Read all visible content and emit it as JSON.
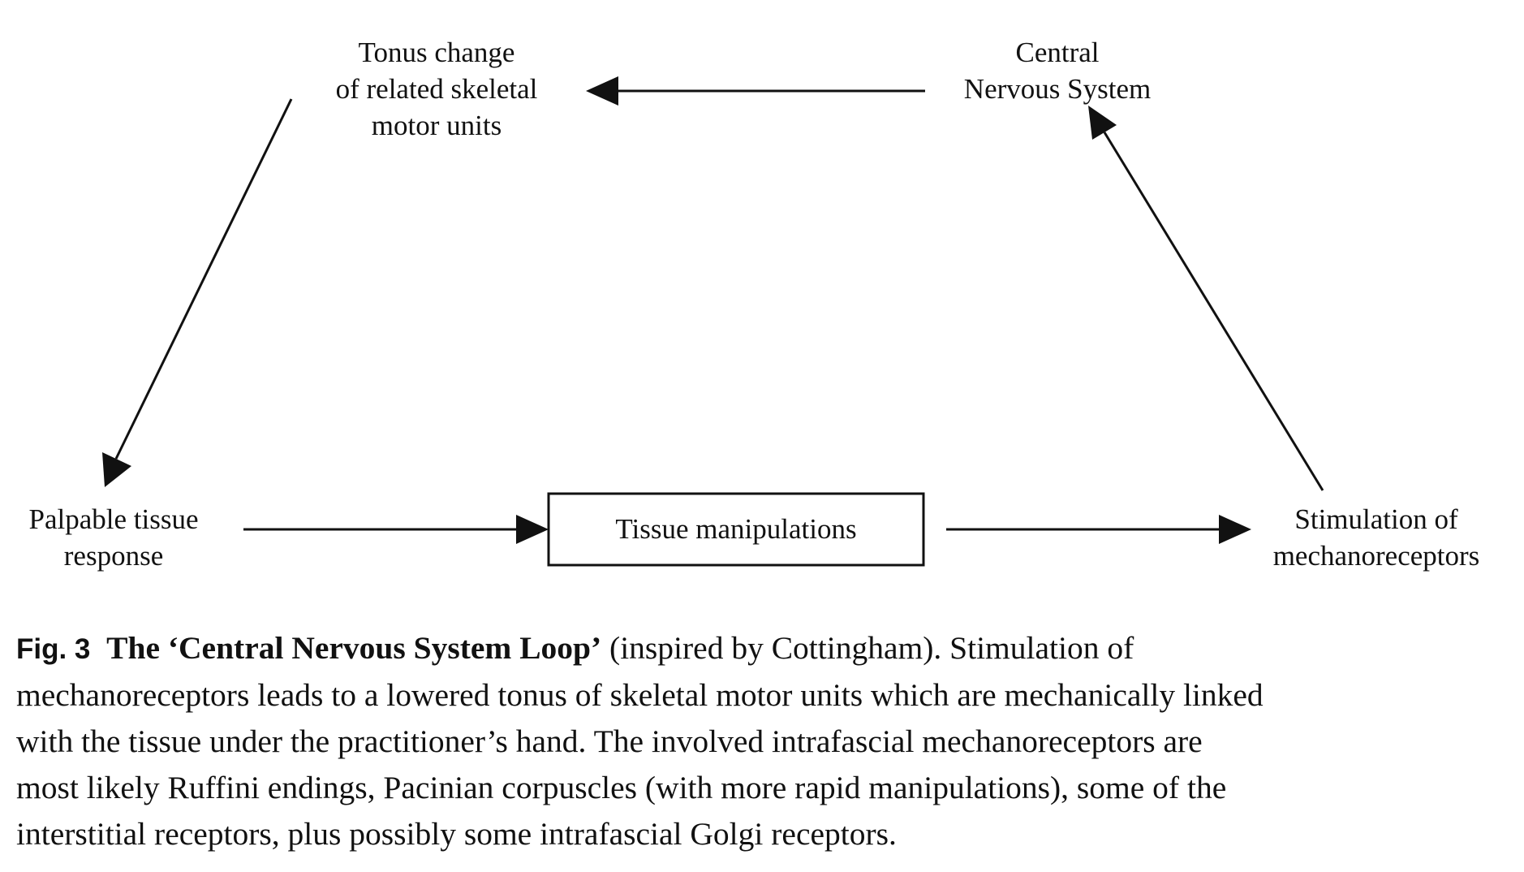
{
  "nodes": {
    "tonus": {
      "lines": [
        "Tonus change",
        "of related skeletal",
        "motor units"
      ]
    },
    "cns": {
      "lines": [
        "Central",
        "Nervous System"
      ]
    },
    "palpable": {
      "lines": [
        "Palpable tissue",
        "response"
      ]
    },
    "manipulations": {
      "label": "Tissue manipulations"
    },
    "stimulation": {
      "lines": [
        "Stimulation of",
        "mechanoreceptors"
      ]
    }
  },
  "edges": [
    {
      "from": "cns",
      "to": "tonus"
    },
    {
      "from": "tonus",
      "to": "palpable"
    },
    {
      "from": "palpable",
      "to": "manipulations"
    },
    {
      "from": "manipulations",
      "to": "stimulation"
    },
    {
      "from": "stimulation",
      "to": "cns"
    }
  ],
  "caption": {
    "fig_num": "Fig. 3",
    "title": "The ‘Central Nervous System Loop’",
    "line1_rest": " (inspired by Cottingham). Stimulation of",
    "line2": "mechanoreceptors leads to a lowered tonus of skeletal motor units which are mechanically linked",
    "line3": "with the tissue under the practitioner’s hand. The involved intrafascial mechanoreceptors are",
    "line4": "most likely Ruffini endings, Pacinian corpuscles (with more rapid manipulations), some of the",
    "line5": "interstitial receptors, plus possibly some intrafascial Golgi receptors."
  }
}
